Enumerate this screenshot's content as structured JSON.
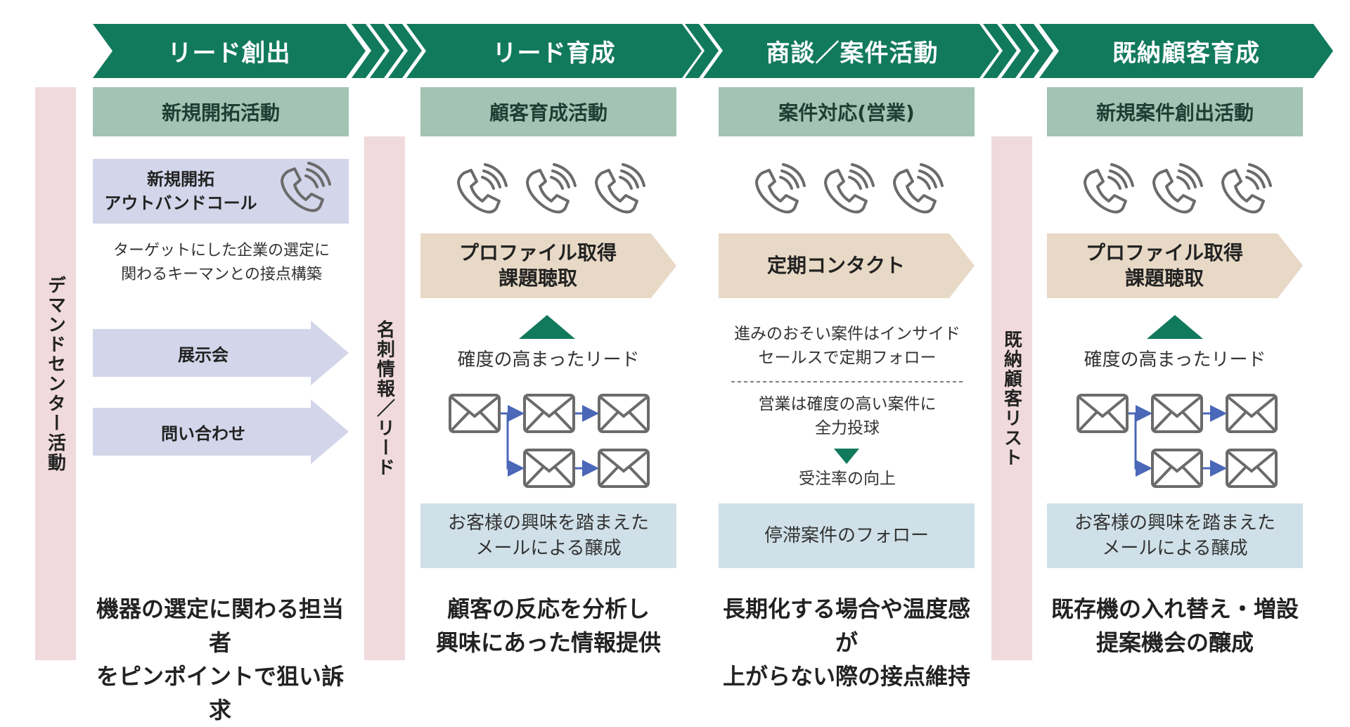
{
  "stages": [
    "リード創出",
    "リード育成",
    "商談／案件活動",
    "既納顧客育成"
  ],
  "headers": [
    "新規開拓活動",
    "顧客育成活動",
    "案件対応(営業)",
    "新規案件創出活動"
  ],
  "side_bars": {
    "left": "デマンドセンター活動",
    "middle": "名刺情報／リード",
    "right": "既納顧客リスト"
  },
  "col1": {
    "call_box": "新規開拓\nアウトバンドコール",
    "call_desc": "ターゲットにした企業の選定に\n関わるキーマンとの接点構築",
    "exhibition": "展示会",
    "inquiry": "問い合わせ"
  },
  "col2": {
    "profile": "プロファイル取得\n課題聴取",
    "lead_label": "確度の高まったリード",
    "mail_box": "お客様の興味を踏まえた\nメールによる醸成"
  },
  "col3": {
    "contact": "定期コンタクト",
    "text1": "進みのおそい案件はインサイド\nセールスで定期フォロー",
    "text2": "営業は確度の高い案件に\n全力投球",
    "text3": "受注率の向上",
    "follow_box": "停滞案件のフォロー"
  },
  "col4": {
    "profile": "プロファイル取得\n課題聴取",
    "lead_label": "確度の高まったリード",
    "mail_box": "お客様の興味を踏まえた\nメールによる醸成"
  },
  "bottom": [
    "機器の選定に関わる担当者\nをピンポイントで狙い訴求",
    "顧客の反応を分析し\n興味にあった情報提供",
    "長期化する場合や温度感が\n上がらない際の接点維持",
    "既存機の入れ替え・増設\n提案機会の醸成"
  ],
  "colors": {
    "green": "#127a5c",
    "header_green": "#a3c3b5",
    "pink_bar": "#f0dadd",
    "lavender": "#d3d6ea",
    "beige": "#e8d9c6",
    "light_blue": "#cfe0e8",
    "icon_gray": "#6b6b6b",
    "arrow_blue": "#4a67b8"
  },
  "icons": [
    "phone-icon",
    "envelope-icon",
    "triangle-up-icon",
    "triangle-down-icon"
  ]
}
